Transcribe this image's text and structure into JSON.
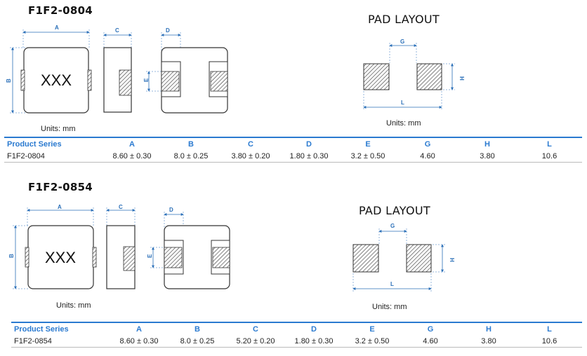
{
  "sections": [
    {
      "title": "F1F2-0804",
      "pad_layout_title": "PAD LAYOUT",
      "units_left": "Units: mm",
      "units_right": "Units: mm",
      "marking": "XXX",
      "dims": {
        "a": "A",
        "b": "B",
        "c": "C",
        "d": "D",
        "e": "E",
        "g": "G",
        "h": "H",
        "l": "L"
      },
      "table": {
        "headers": [
          "Product Series",
          "A",
          "B",
          "C",
          "D",
          "E",
          "G",
          "H",
          "L"
        ],
        "row": [
          "F1F2-0804",
          "8.60 ± 0.30",
          "8.0 ± 0.25",
          "3.80 ± 0.20",
          "1.80 ± 0.30",
          "3.2 ± 0.50",
          "4.60",
          "3.80",
          "10.6"
        ]
      }
    },
    {
      "title": "F1F2-0854",
      "pad_layout_title": "PAD LAYOUT",
      "units_left": "Units: mm",
      "units_right": "Units: mm",
      "marking": "XXX",
      "dims": {
        "a": "A",
        "b": "B",
        "c": "C",
        "d": "D",
        "e": "E",
        "g": "G",
        "h": "H",
        "l": "L"
      },
      "table": {
        "headers": [
          "Product Series",
          "A",
          "B",
          "C",
          "D",
          "E",
          "G",
          "H",
          "L"
        ],
        "row": [
          "F1F2-0854",
          "8.60 ± 0.30",
          "8.0 ± 0.25",
          "5.20 ± 0.20",
          "1.80 ± 0.30",
          "3.2 ± 0.50",
          "4.60",
          "3.80",
          "10.6"
        ]
      }
    }
  ]
}
